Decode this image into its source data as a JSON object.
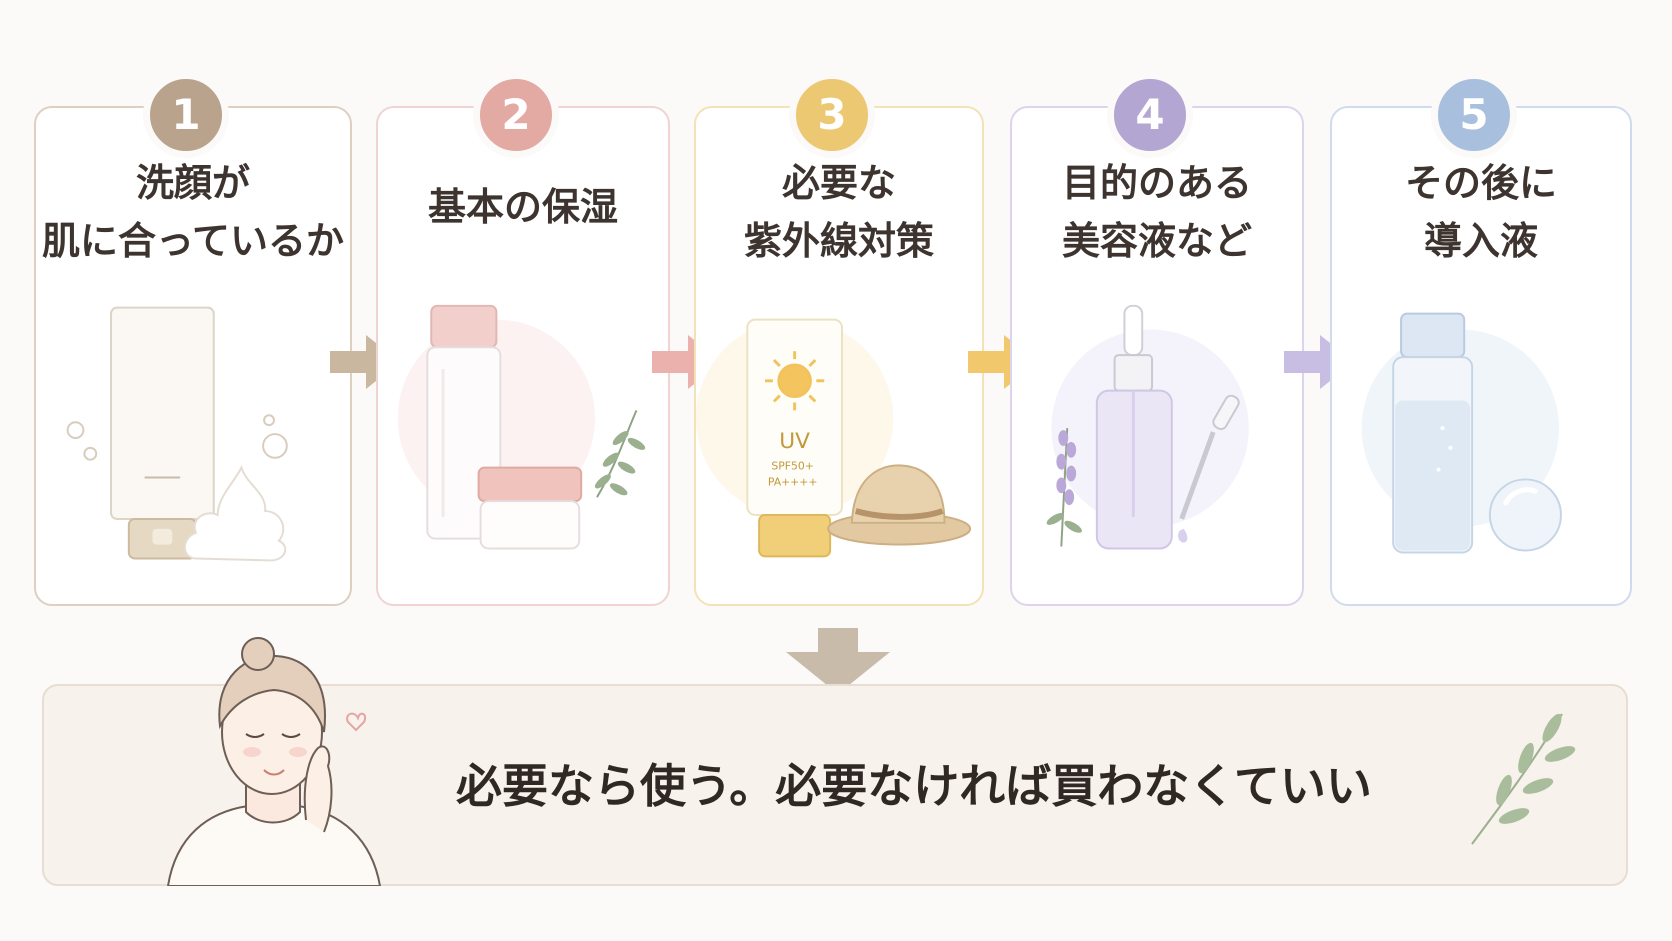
{
  "steps": [
    {
      "number": "1",
      "title_lines": [
        "洗顔が",
        "肌に合っているか"
      ],
      "color": "#b9a38c",
      "border": "#decfc0"
    },
    {
      "number": "2",
      "title_lines": [
        "基本の保湿"
      ],
      "color": "#e3a9a3",
      "border": "#f0d4d1"
    },
    {
      "number": "3",
      "title_lines": [
        "必要な",
        "紫外線対策"
      ],
      "color": "#ecc873",
      "border": "#f3e2b6"
    },
    {
      "number": "4",
      "title_lines": [
        "目的のある",
        "美容液など"
      ],
      "color": "#b3a6d3",
      "border": "#dcd4ec"
    },
    {
      "number": "5",
      "title_lines": [
        "その後に",
        "導入液"
      ],
      "color": "#a8c0dd",
      "border": "#cfdced"
    }
  ],
  "sunscreen": {
    "label": "UV",
    "spf": "SPF50+",
    "pa": "PA++++"
  },
  "banner": {
    "text": "必要なら使う。必要なければ買わなくていい"
  },
  "icons": [
    "cleanser-tube-icon",
    "foam-icon",
    "lotion-bottle-icon",
    "cream-jar-icon",
    "leaf-sprig-icon",
    "sunscreen-tube-icon",
    "sun-icon",
    "sun-hat-icon",
    "serum-dropper-bottle-icon",
    "dropper-icon",
    "lavender-icon",
    "booster-bottle-icon",
    "water-droplet-icon",
    "woman-illustration-icon",
    "heart-icon",
    "olive-branch-icon"
  ],
  "colors": {
    "background": "#fbfaf8",
    "banner": "#f7f2ec",
    "down_arrow": "#c9bba9"
  }
}
